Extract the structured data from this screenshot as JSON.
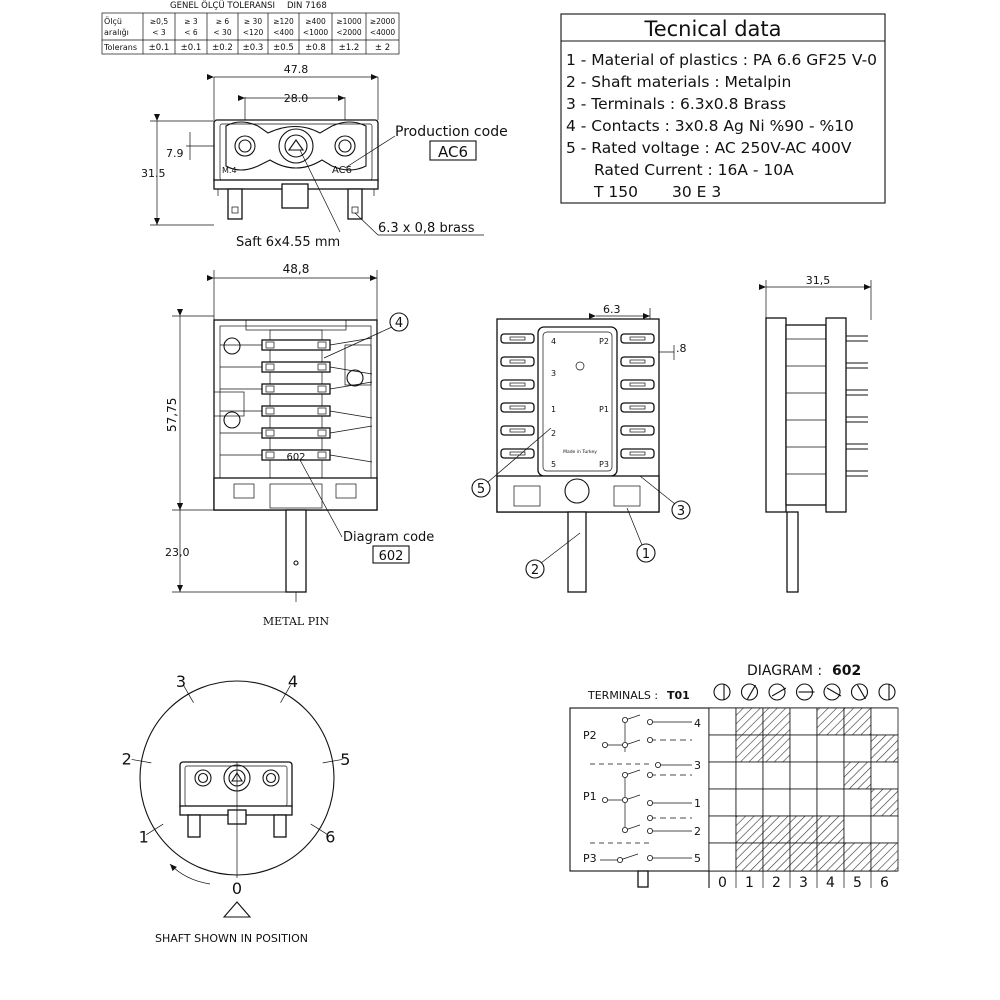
{
  "tolerance_table": {
    "title": "GENEL ÖLÇÜ TOLERANSI",
    "standard": "DIN 7168",
    "row1_label_a": "Ölçü",
    "row1_label_b": "aralığı",
    "ranges_top": [
      "≥0,5",
      "≥ 3",
      "≥ 6",
      "≥ 30",
      "≥120",
      "≥400",
      "≥1000",
      "≥2000"
    ],
    "ranges_bottom": [
      "< 3",
      "< 6",
      "< 30",
      "<120",
      "<400",
      "<1000",
      "<2000",
      "<4000"
    ],
    "row2_label": "Tolerans",
    "tolerances": [
      "±0.1",
      "±0.1",
      "±0.2",
      "±0.3",
      "±0.5",
      "±0.8",
      "±1.2",
      "± 2"
    ]
  },
  "technical_data": {
    "title": "Tecnical data",
    "lines": [
      "1 - Material of plastics : PA 6.6 GF25 V-0",
      "2 - Shaft materials : Metalpin",
      "3 - Terminals : 6.3x0.8 Brass",
      "4 - Contacts : 3x0.8 Ag Ni %90 - %10",
      "5 - Rated voltage : AC 250V-AC 400V",
      "Rated Current : 16A - 10A",
      "T 150",
      "30 E 3"
    ]
  },
  "top_view": {
    "dim_width": "47.8",
    "dim_holes": "28.0",
    "dim_offset": "7.9",
    "dim_height": "31.5",
    "mark_left": "M.4",
    "mark_right": "AC6",
    "production_code_label": "Production code",
    "production_code": "AC6",
    "shaft_label": "Saft 6x4.55 mm",
    "terminal_label": "6.3 x 0,8 brass"
  },
  "front_view": {
    "dim_width": "48,8",
    "dim_height": "57,75",
    "dim_shaft": "23,0",
    "diagram_code_label": "Diagram code",
    "diagram_code": "602",
    "body_code": "602",
    "metal_pin_label": "METAL PIN",
    "callout_4": "4"
  },
  "back_view": {
    "dim_terminal": "6.3",
    "dim_thickness": ".8",
    "labels": [
      "4",
      "P2",
      "3",
      "1",
      "P1",
      "5",
      "P3",
      "2"
    ],
    "callouts": [
      "1",
      "2",
      "3",
      "5"
    ],
    "brand_text": "Made in Turkey"
  },
  "side_view": {
    "dim_depth": "31,5"
  },
  "position_view": {
    "positions": [
      "0",
      "1",
      "2",
      "3",
      "4",
      "5",
      "6"
    ],
    "caption": "SHAFT SHOWN IN POSITION"
  },
  "switching_diagram": {
    "title_prefix": "DIAGRAM :",
    "code": "602",
    "terminals_label": "TERMINALS :",
    "terminals_code": "T01",
    "groups": [
      "P2",
      "P1",
      "P3"
    ],
    "terminal_rows": [
      "4",
      "3",
      "1",
      "2",
      "5"
    ],
    "positions": [
      "0",
      "1",
      "2",
      "3",
      "4",
      "5",
      "6"
    ],
    "matrix": [
      [
        0,
        1,
        1,
        0,
        1,
        1,
        0
      ],
      [
        0,
        1,
        1,
        0,
        0,
        0,
        1
      ],
      [
        0,
        0,
        0,
        0,
        0,
        1,
        0
      ],
      [
        0,
        0,
        0,
        0,
        0,
        0,
        1
      ],
      [
        0,
        1,
        1,
        1,
        1,
        0,
        0
      ],
      [
        0,
        1,
        1,
        1,
        1,
        1,
        1
      ]
    ]
  }
}
